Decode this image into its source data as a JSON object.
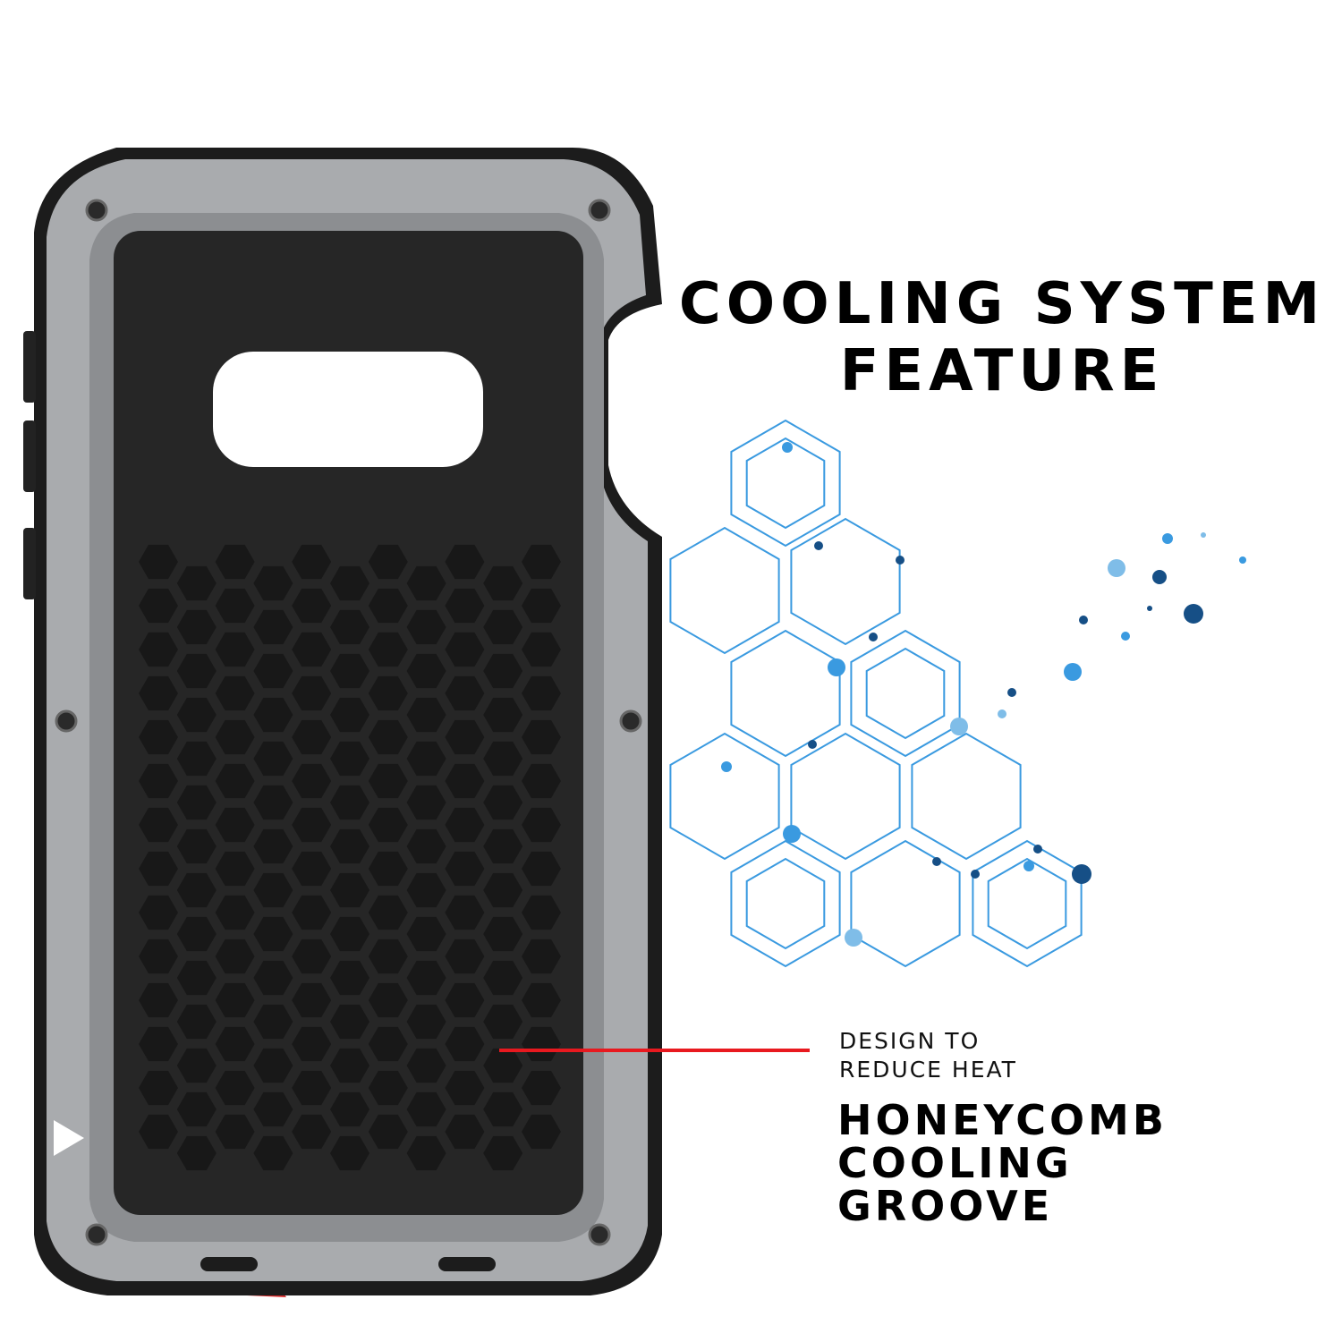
{
  "heading": {
    "line1": "COOLING SYSTEM",
    "line2": "FEATURE"
  },
  "callout": {
    "subtitle_line1": "DESIGN TO",
    "subtitle_line2": "REDUCE HEAT",
    "title_line1": "HONEYCOMB",
    "title_line2": "COOLING",
    "title_line3": "GROOVE"
  },
  "colors": {
    "frame": "#a9abae",
    "panel": "#262626",
    "accent_line": "#e8191f",
    "hex_blue": "#3a9ae0",
    "dot_dark": "#164f86",
    "case_red": "#d62a2a"
  }
}
